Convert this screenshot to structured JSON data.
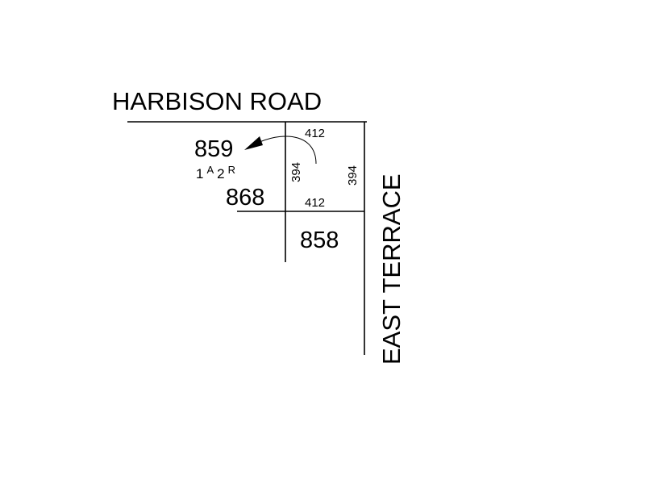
{
  "roads": {
    "north": "HARBISON ROAD",
    "east": "EAST TERRACE"
  },
  "lots": {
    "lot_859": "859",
    "lot_868": "868",
    "lot_858": "858"
  },
  "area": {
    "a": "1",
    "b": "A",
    "c": "2",
    "d": "R"
  },
  "dimensions": {
    "top": "412",
    "middle": "412",
    "left": "394",
    "right": "394"
  },
  "colors": {
    "ink": "#000000",
    "background": "#ffffff"
  }
}
